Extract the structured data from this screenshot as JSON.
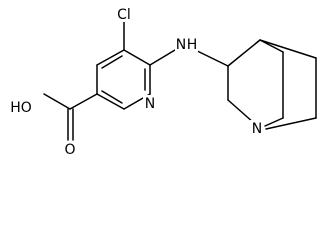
{
  "molecule": {
    "atoms": {
      "chlorine": "Cl",
      "amine_nh": "N",
      "amine_h": "H",
      "pyridine_n": "N",
      "hydroxyl": "HO",
      "carbonyl_o": "O",
      "bridgehead_n": "N"
    },
    "colors": {
      "bond": "#000000",
      "label": "#000000",
      "background": "#ffffff"
    }
  }
}
